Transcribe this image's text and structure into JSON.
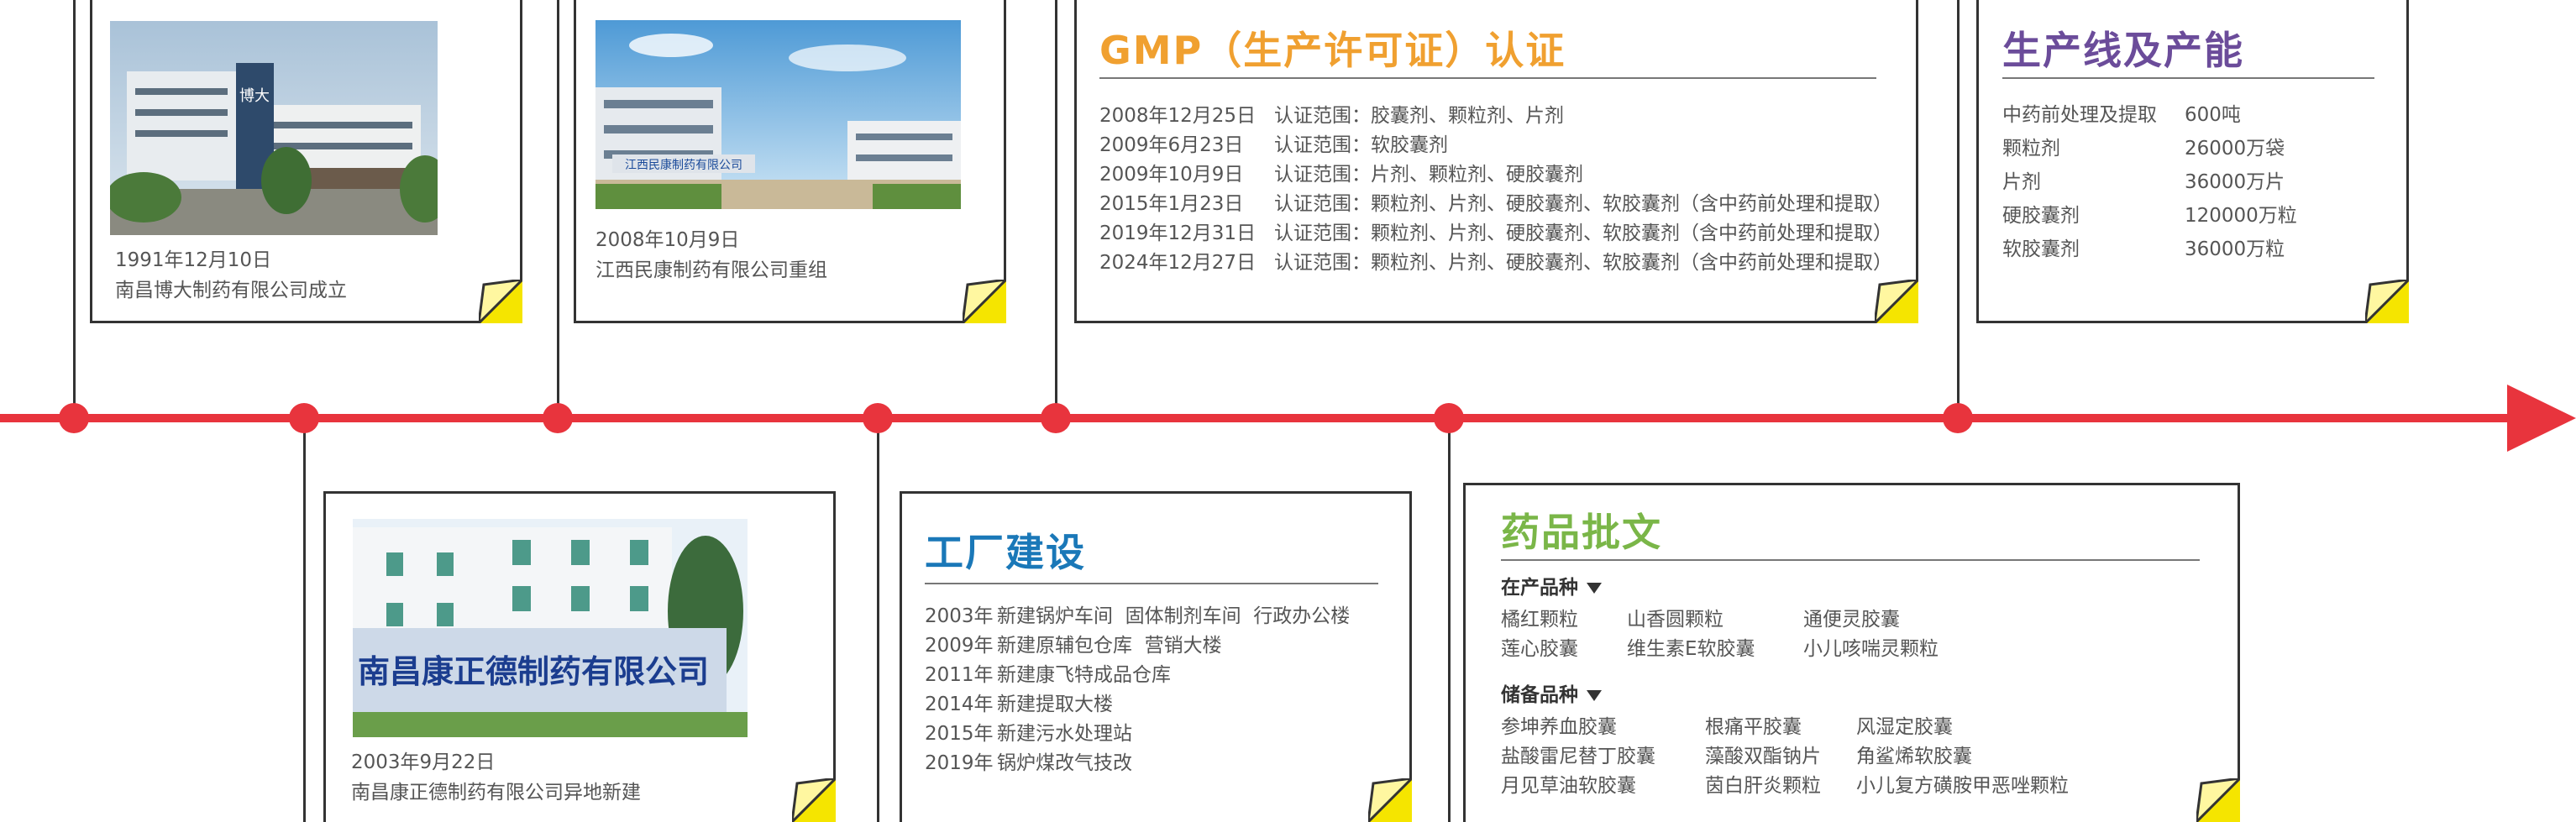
{
  "milestones": [
    {
      "date": "1991年12月10日",
      "event": "南昌博大制药有限公司成立"
    },
    {
      "date": "2008年10月9日",
      "event": "江西民康制药有限公司重组"
    },
    {
      "date": "2003年9月22日",
      "event": "南昌康正德制药有限公司异地新建"
    }
  ],
  "photo_text": {
    "sign_2003": "南昌康正德制药有限公司",
    "gate_1991": "博大",
    "sign_2008": "江西民康制药有限公司"
  },
  "gmp": {
    "title": "GMP（生产许可证）认证",
    "rows": [
      {
        "date": "2008年12月25日",
        "scope": "认证范围：胶囊剂、颗粒剂、片剂"
      },
      {
        "date": "2009年6月23日",
        "scope": "认证范围：软胶囊剂"
      },
      {
        "date": "2009年10月9日",
        "scope": "认证范围：片剂、颗粒剂、硬胶囊剂"
      },
      {
        "date": "2015年1月23日",
        "scope": "认证范围：颗粒剂、片剂、硬胶囊剂、软胶囊剂（含中药前处理和提取）"
      },
      {
        "date": "2019年12月31日",
        "scope": "认证范围：颗粒剂、片剂、硬胶囊剂、软胶囊剂（含中药前处理和提取）"
      },
      {
        "date": "2024年12月27日",
        "scope": "认证范围：颗粒剂、片剂、硬胶囊剂、软胶囊剂（含中药前处理和提取）"
      }
    ]
  },
  "capacity": {
    "title": "生产线及产能",
    "rows": [
      {
        "name": "中药前处理及提取",
        "value": "600吨"
      },
      {
        "name": "颗粒剂",
        "value": "26000万袋"
      },
      {
        "name": "片剂",
        "value": "36000万片"
      },
      {
        "name": "硬胶囊剂",
        "value": "120000万粒"
      },
      {
        "name": "软胶囊剂",
        "value": "36000万粒"
      }
    ]
  },
  "factory": {
    "title": "工厂建设",
    "rows": [
      {
        "year": "2003年",
        "text": "新建锅炉车间  固体制剂车间  行政办公楼"
      },
      {
        "year": "2009年",
        "text": "新建原辅包仓库  营销大楼"
      },
      {
        "year": "2011年",
        "text": "新建康飞特成品仓库"
      },
      {
        "year": "2014年",
        "text": "新建提取大楼"
      },
      {
        "year": "2015年",
        "text": "新建污水处理站"
      },
      {
        "year": "2019年",
        "text": "锅炉煤改气技改"
      }
    ]
  },
  "approvals": {
    "title": "药品批文",
    "in_production": {
      "label": "在产品种",
      "items": [
        "橘红颗粒",
        "山香圆颗粒",
        "通便灵胶囊",
        "莲心胶囊",
        "维生素E软胶囊",
        "小儿咳喘灵颗粒"
      ]
    },
    "reserve": {
      "label": "储备品种",
      "items": [
        "参坤养血胶囊",
        "根痛平胶囊",
        "风湿定胶囊",
        "盐酸雷尼替丁胶囊",
        "藻酸双酯钠片",
        "角鲨烯软胶囊",
        "月见草油软胶囊",
        "茵白肝炎颗粒",
        "小儿复方磺胺甲恶唑颗粒"
      ]
    }
  },
  "colors": {
    "axis": "#e8343d",
    "gmp_title": "#f0a030",
    "capacity_title": "#6b4c9a",
    "factory_title": "#1a78b8",
    "approvals_title": "#7ab648",
    "fold": "#f5e500"
  }
}
